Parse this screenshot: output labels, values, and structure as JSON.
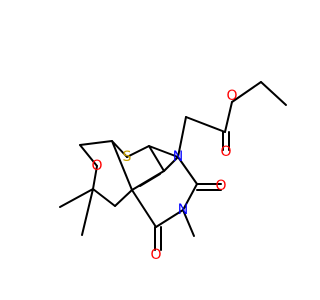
{
  "colors": {
    "background": "#ffffff",
    "bond": "#000000",
    "oxygen": "#ff0000",
    "nitrogen": "#0000ff",
    "sulfur": "#c8a000"
  },
  "atoms": {
    "ring_oxygen": "O",
    "ester_oxygen_single": "O",
    "ester_oxygen_double": "O",
    "upper_carbonyl_oxygen": "O",
    "lower_carbonyl_oxygen": "O",
    "sulfur": "S",
    "nitrogen_top": "N",
    "nitrogen_bottom": "N"
  }
}
